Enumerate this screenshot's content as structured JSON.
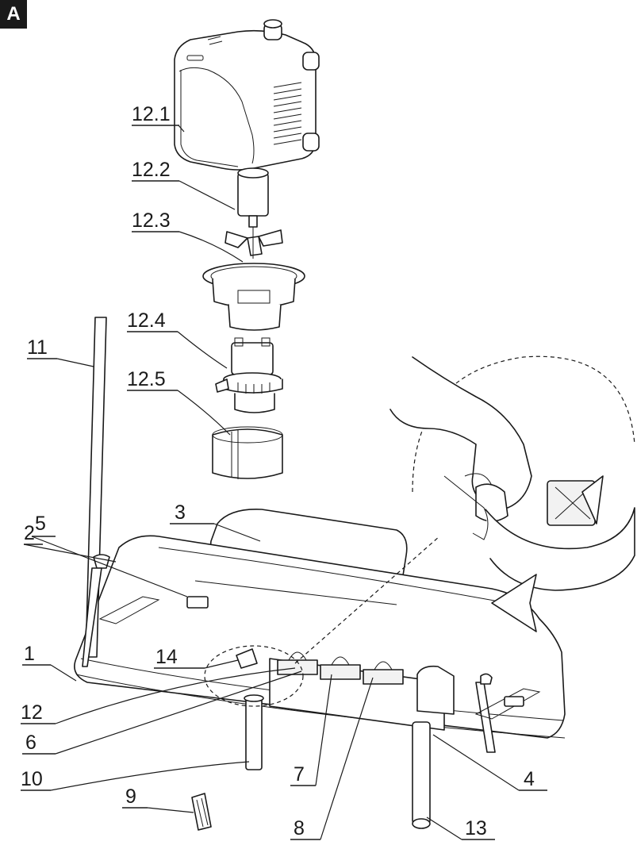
{
  "figure": {
    "badge": "A"
  },
  "callouts": {
    "c12_1": "12.1",
    "c12_2": "12.2",
    "c12_3": "12.3",
    "c12_4": "12.4",
    "c12_5": "12.5",
    "c3": "3",
    "c5": "5",
    "c2": "2",
    "c11": "11",
    "c1": "1",
    "c14": "14",
    "c12": "12",
    "c6": "6",
    "c10": "10",
    "c9": "9",
    "c7": "7",
    "c8": "8",
    "c4": "4",
    "c13": "13"
  }
}
